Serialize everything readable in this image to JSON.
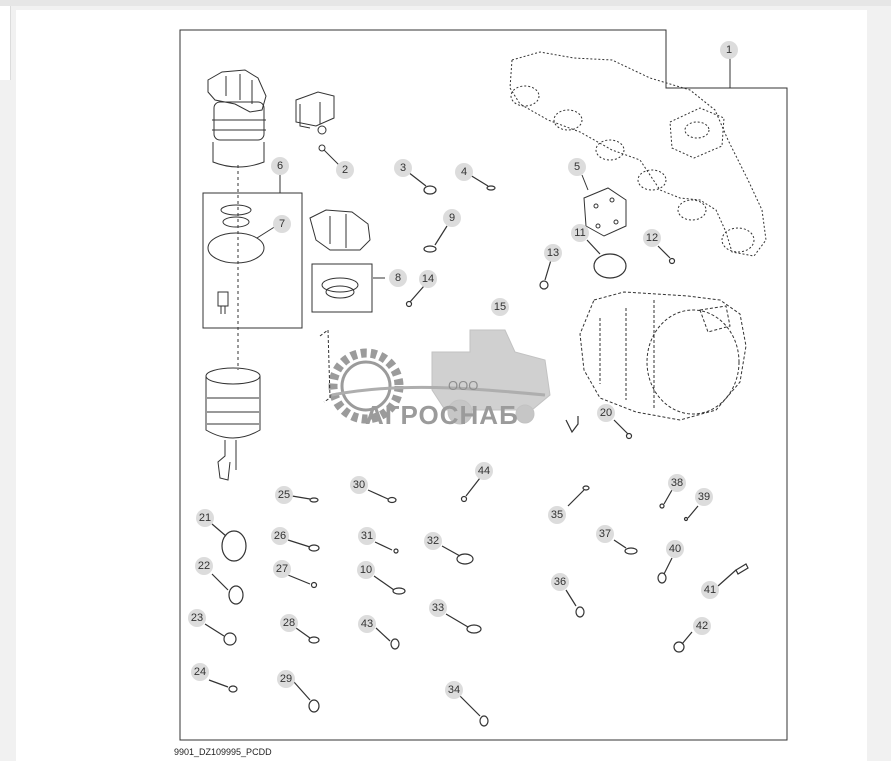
{
  "diagram": {
    "caption": "9901_DZ109995_PCDD",
    "callouts": [
      "1",
      "2",
      "3",
      "4",
      "5",
      "6",
      "7",
      "8",
      "9",
      "10",
      "11",
      "12",
      "13",
      "14",
      "15",
      "20",
      "21",
      "22",
      "23",
      "24",
      "25",
      "26",
      "27",
      "28",
      "29",
      "30",
      "31",
      "32",
      "33",
      "34",
      "35",
      "36",
      "37",
      "38",
      "39",
      "40",
      "41",
      "42",
      "43",
      "44"
    ]
  },
  "watermark": {
    "prefix": "ООО",
    "name": "АГРОСНАБ"
  },
  "colors": {
    "line": "#333333",
    "callout_fill": "#dcdcdc",
    "watermark": "#888888"
  }
}
